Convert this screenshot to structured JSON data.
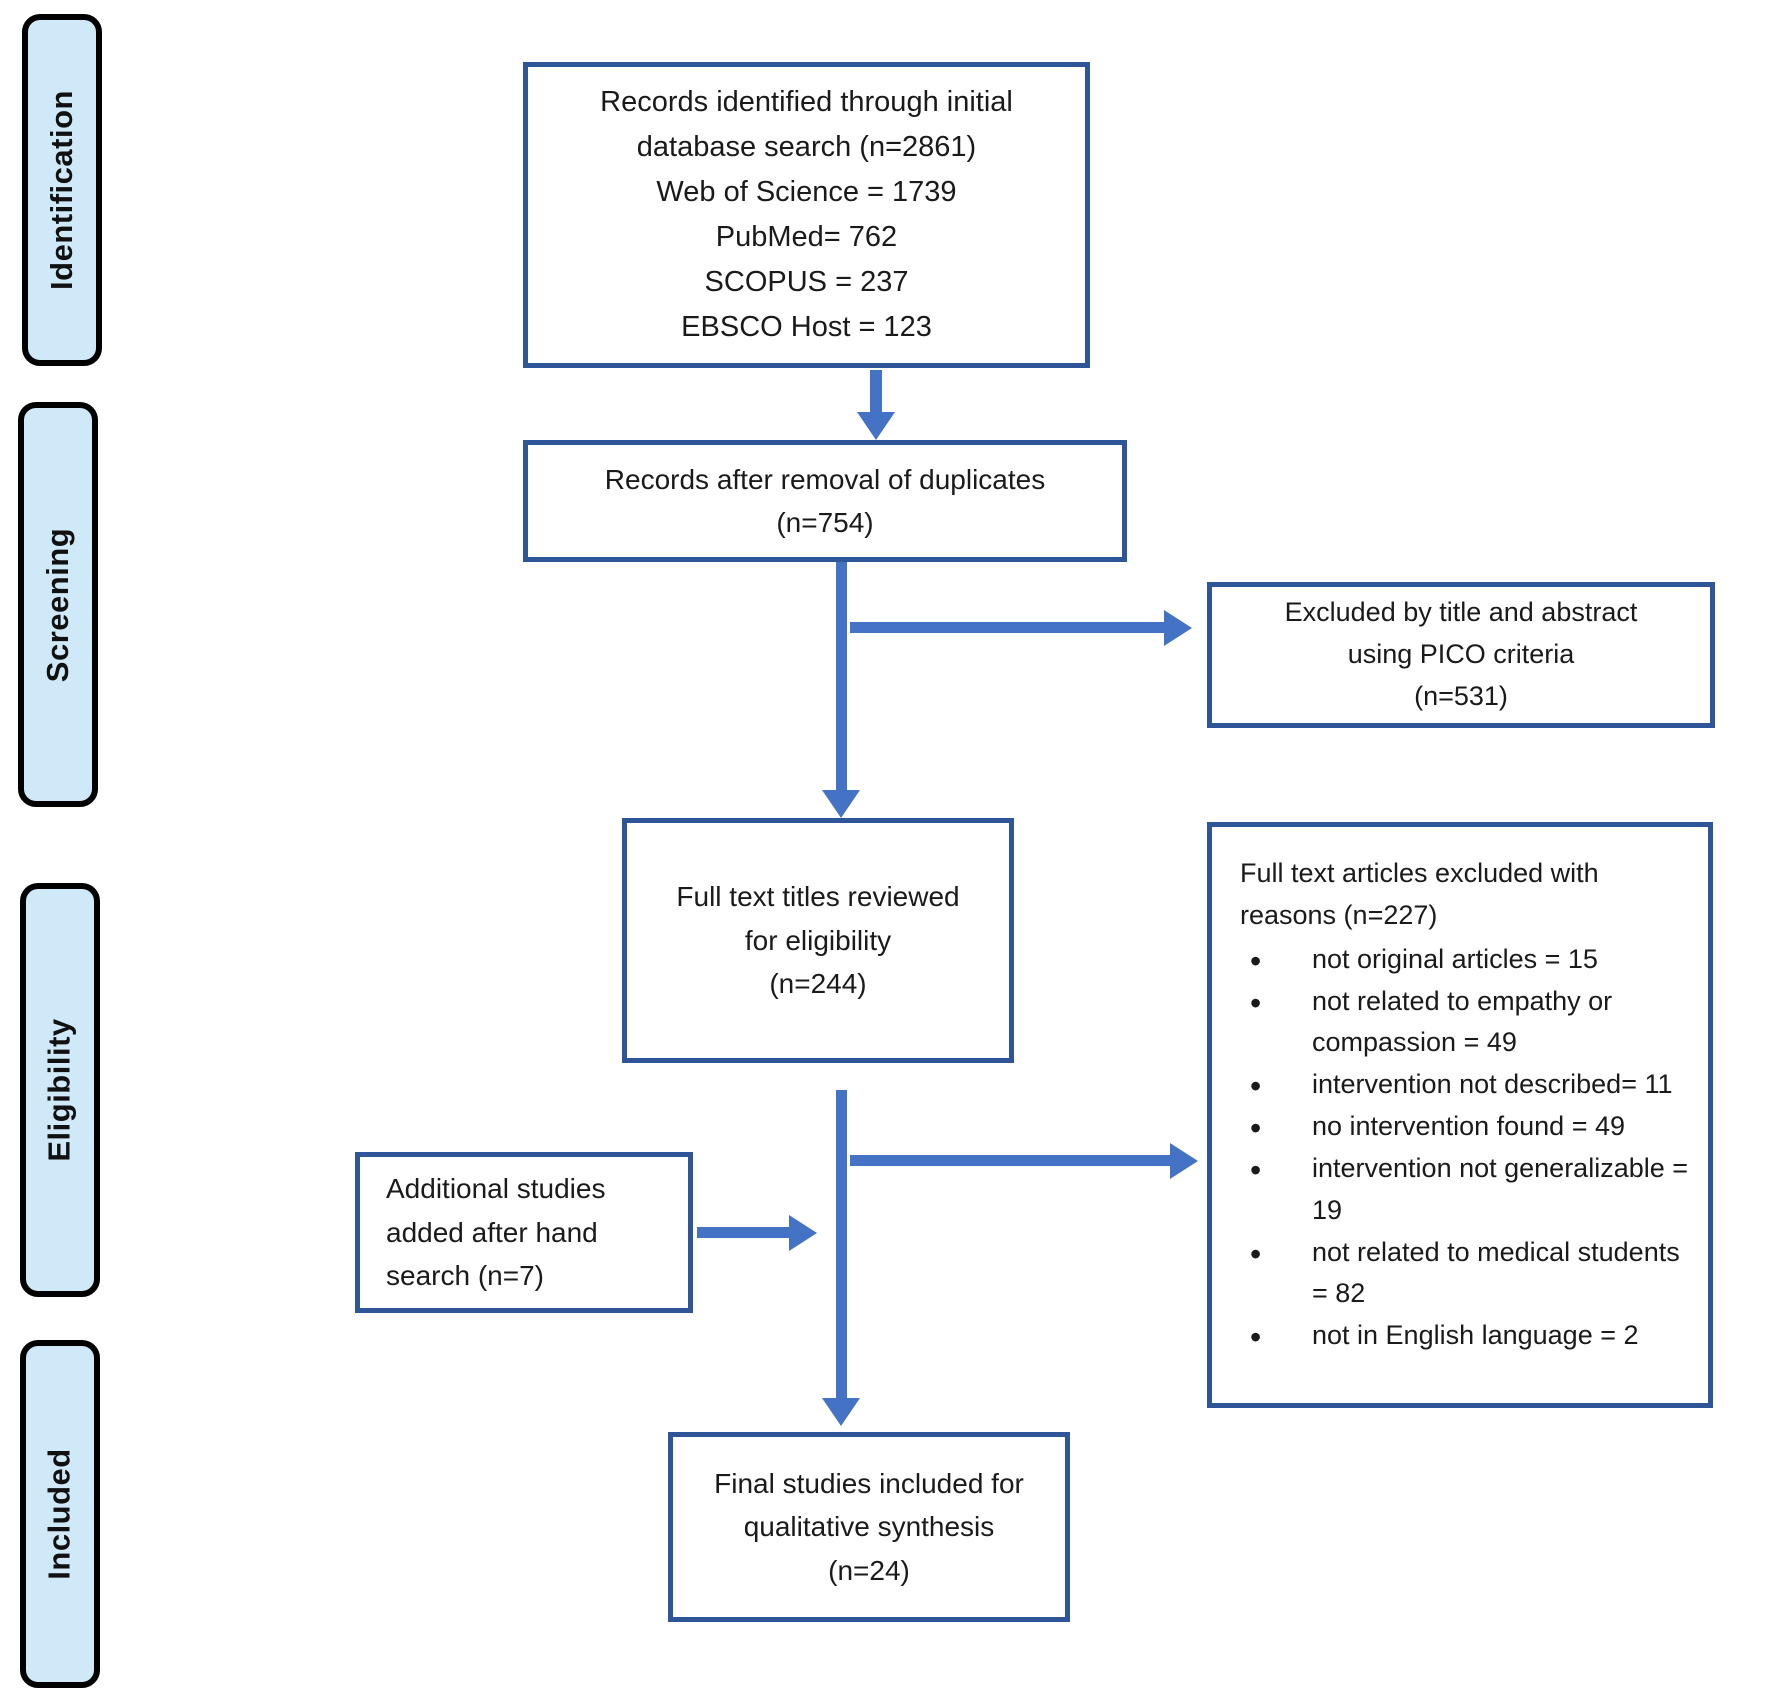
{
  "stages": [
    "Identification",
    "Screening",
    "Eligibility",
    "Included"
  ],
  "boxes": {
    "identified": {
      "lines": [
        "Records identified through initial",
        "database search (n=2861)",
        "Web of Science = 1739",
        "PubMed= 762",
        "SCOPUS = 237",
        "EBSCO Host = 123"
      ]
    },
    "duplicates": {
      "lines": [
        "Records after removal of duplicates",
        "(n=754)"
      ]
    },
    "excluded_title_abstract": {
      "lines": [
        "Excluded by title and abstract",
        "using PICO criteria",
        "(n=531)"
      ]
    },
    "full_text_review": {
      "lines": [
        "Full text titles reviewed",
        "for eligibility",
        "(n=244)"
      ]
    },
    "excluded_reasons": {
      "title_lines": [
        "Full text articles excluded with",
        "reasons (n=227)"
      ],
      "bullets": [
        "not original articles = 15",
        "not related to empathy or compassion = 49",
        "intervention not described= 11",
        "no intervention found = 49",
        "intervention not generalizable = 19",
        "not related to medical students = 82",
        "not in English language = 2"
      ]
    },
    "hand_search": {
      "lines": [
        "Additional studies",
        "added after hand",
        "search (n=7)"
      ]
    },
    "final_included": {
      "lines": [
        "Final studies included for",
        "qualitative synthesis",
        "(n=24)"
      ]
    }
  },
  "colors": {
    "box_border": "#2E5597",
    "arrow_blue": "#4472C4",
    "stage_fill": "#CFE9F8",
    "stage_border": "#000000",
    "text": "#1A1A1A"
  }
}
